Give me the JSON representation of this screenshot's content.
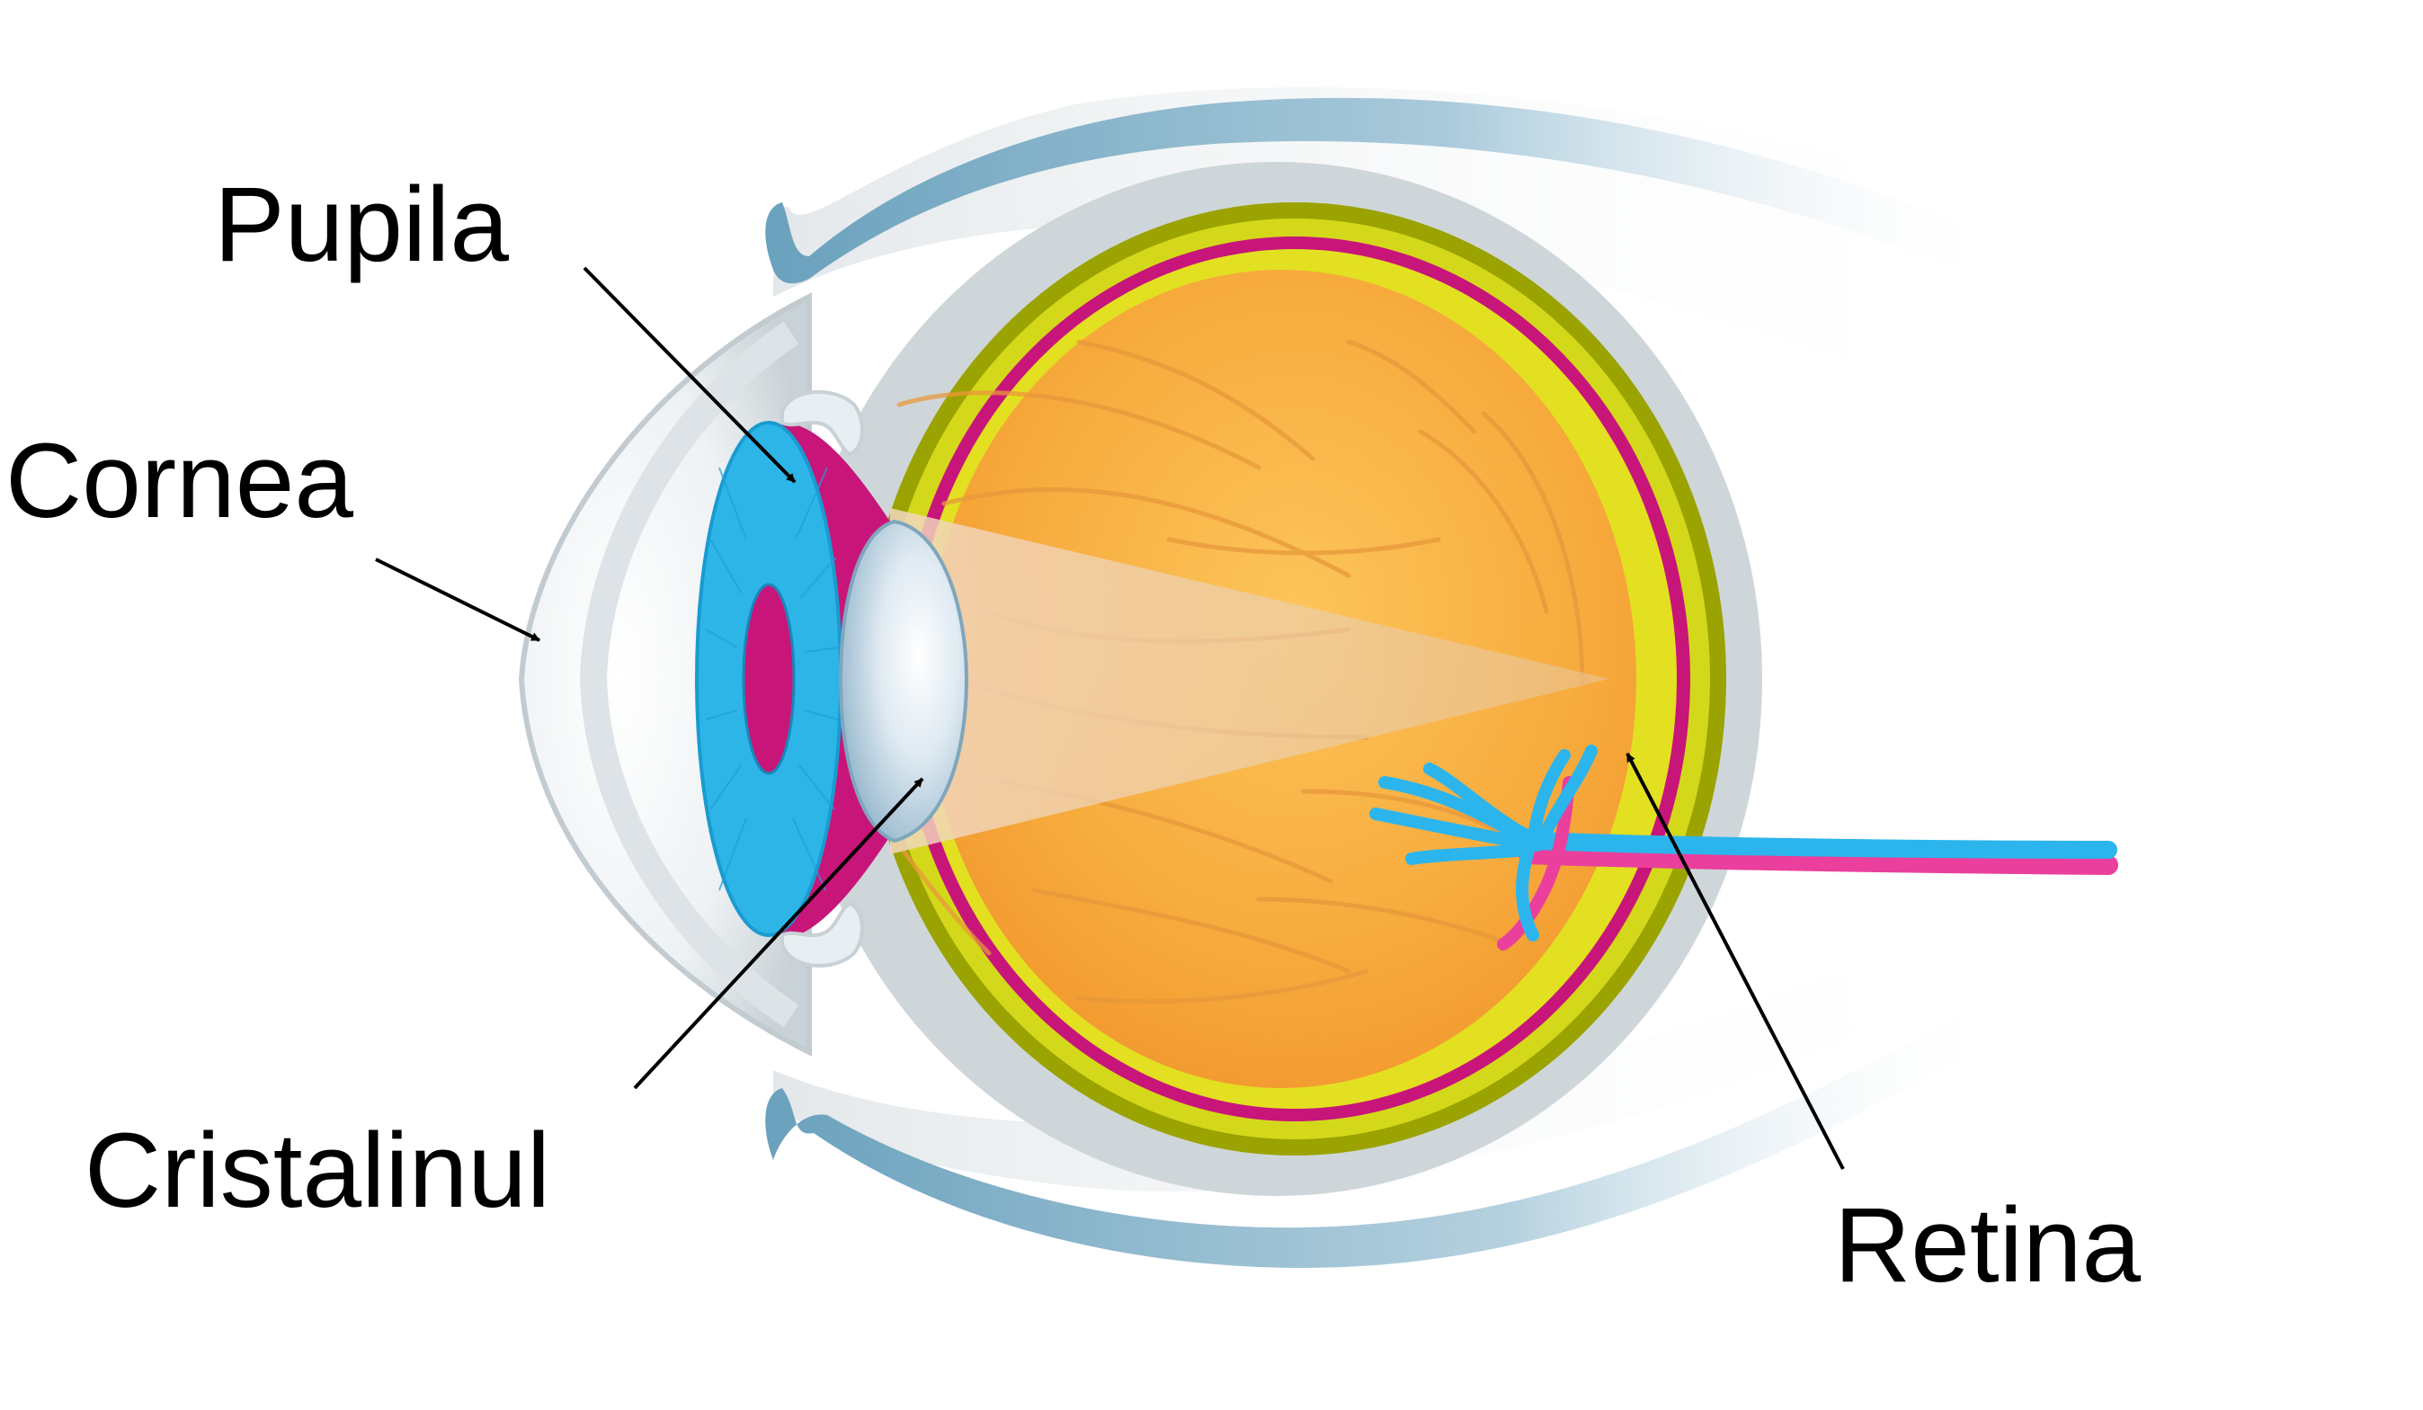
{
  "labels": {
    "pupila": "Pupila",
    "cornea": "Cornea",
    "cristalinul": "Cristalinul",
    "retina": "Retina"
  },
  "colors": {
    "sclera_outer": "#cfd6d9",
    "choroid_olive": "#9aa300",
    "retina_magenta": "#c8157a",
    "vitreous_yellow": "#d9dc1a",
    "vitreous_orange": "#f6a83a",
    "iris_blue": "#2db5e8",
    "pupil_magenta": "#c8157a",
    "lens_blue": "#b9d6e6",
    "eyelid_blue": "#7fb0c8",
    "optic_nerve_blue": "#2cb5ec",
    "optic_nerve_pink": "#ea3f9c",
    "label_black": "#000000"
  }
}
